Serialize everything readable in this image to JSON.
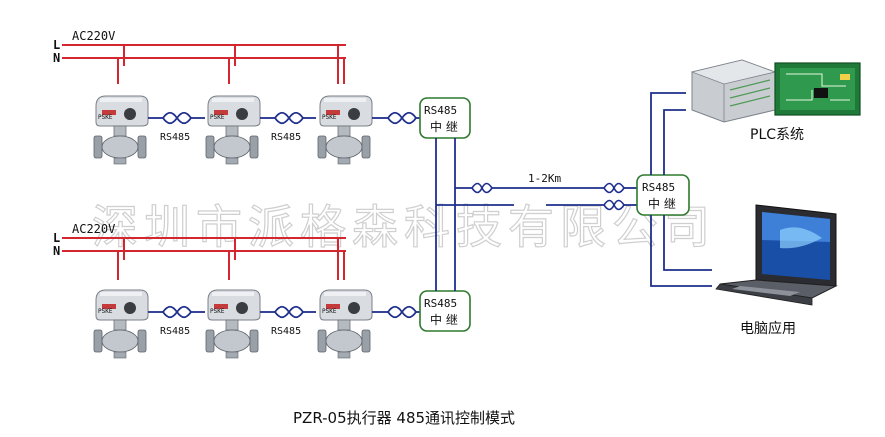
{
  "power_top": {
    "line_l": "L",
    "line_n": "N",
    "voltage": "AC220V"
  },
  "power_bottom": {
    "line_l": "L",
    "line_n": "N",
    "voltage": "AC220V"
  },
  "bus_label": "RS485",
  "valve_brand": "PSKE",
  "repeater_top": {
    "line1": "RS485",
    "line2": "中 继"
  },
  "repeater_bottom": {
    "line1": "RS485",
    "line2": "中 继"
  },
  "repeater_right": {
    "line1": "RS485",
    "line2": "中 继"
  },
  "distance_label": "1-2Km",
  "plc_label": "PLC系统",
  "pc_label": "电脑应用",
  "caption": "PZR-05执行器 485通讯控制模式",
  "watermark": "深圳市派格森科技有限公司",
  "colors": {
    "power": "#d4262e",
    "comm": "#1f2f8c",
    "repeater_border": "#2f7a2f"
  }
}
